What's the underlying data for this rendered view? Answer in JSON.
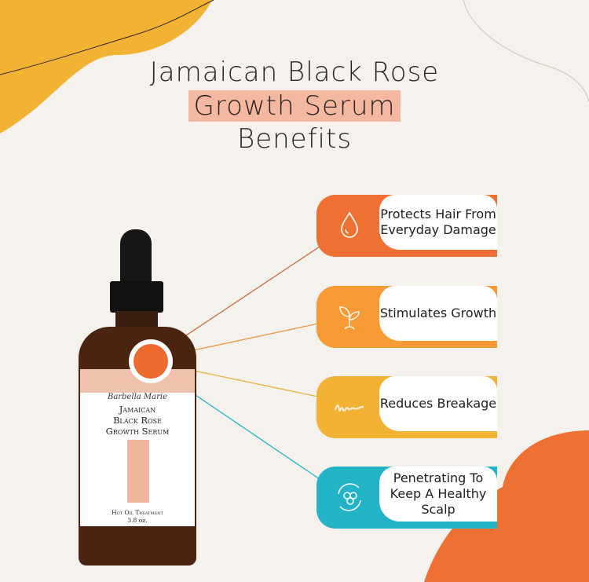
{
  "heading": {
    "line1": "Jamaican Black Rose",
    "line2": "Growth Serum",
    "line3": "Benefits"
  },
  "bottle": {
    "brand": "Barbella Marie",
    "name_line1": "Jamaican",
    "name_line2": "Black Rose",
    "name_line3": "Growth Serum",
    "subtitle": "Hot Oil Treatment",
    "volume": "3.8 oz."
  },
  "benefits": [
    {
      "label": "Protects Hair From Everyday Damage",
      "icon": "droplet-icon",
      "color": "#ee7033"
    },
    {
      "label": "Stimulates Growth",
      "icon": "sprout-icon",
      "color": "#f59a35"
    },
    {
      "label": "Reduces Breakage",
      "icon": "wavy-strand-icon",
      "color": "#f2b233"
    },
    {
      "label": "Penetrating To Keep A Healthy Scalp",
      "icon": "molecule-cycle-icon",
      "color": "#23b3c7"
    }
  ]
}
